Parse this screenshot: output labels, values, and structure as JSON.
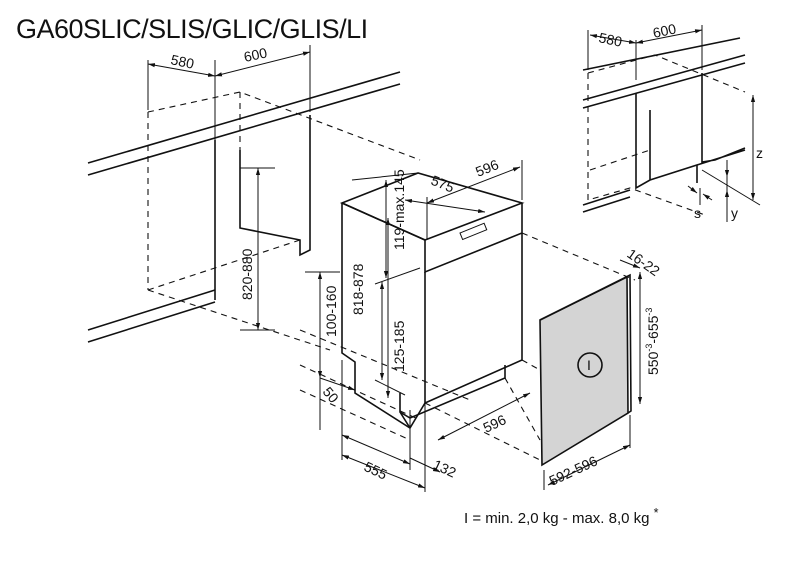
{
  "title": "GA60SLIC/SLIS/GLIC/GLIS/LI",
  "dimensions": {
    "niche_580": "580",
    "niche_600": "600",
    "niche_height": "820-880",
    "plinth_height": "100-160",
    "plinth_depth": "50",
    "depth_555": "555",
    "kick_132": "132",
    "appliance_height": "818-878",
    "panel_gap": "119-max.145",
    "toe_height": "125-185",
    "top_depth": "575",
    "top_width": "596",
    "bottom_width": "596",
    "door_thickness": "16-22",
    "door_height": "550",
    "door_height_tol": "-3",
    "door_height_sep": "-",
    "door_height_max": "655",
    "door_height_max_tol": "-3",
    "door_width": "592-596",
    "door_weight_symbol": "I",
    "inset_580": "580",
    "inset_600": "600",
    "inset_z": "z",
    "inset_s": "s",
    "inset_y": "y"
  },
  "note": "I = min. 2,0 kg - max. 8,0 kg",
  "note_mark": "*",
  "colors": {
    "line": "#111111",
    "panel_fill": "#d4d4d4"
  }
}
